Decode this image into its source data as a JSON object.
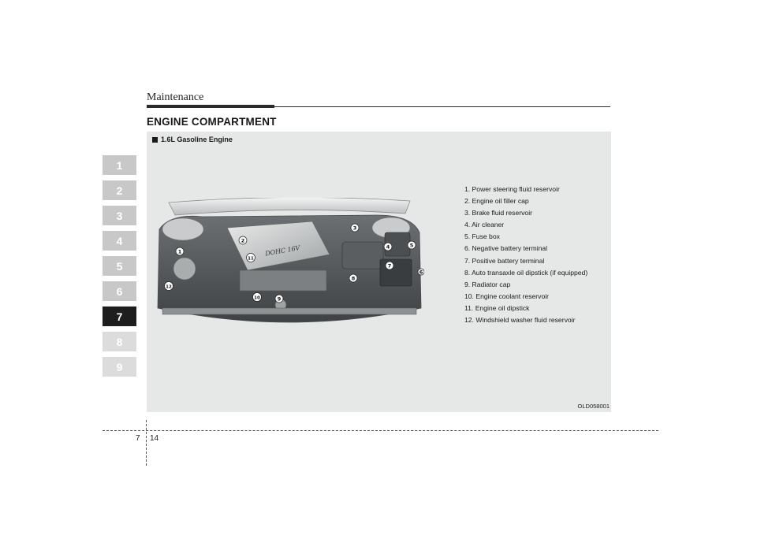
{
  "header": {
    "title": "Maintenance"
  },
  "section_title": "ENGINE COMPARTMENT",
  "chapter_tabs": [
    "1",
    "2",
    "3",
    "4",
    "5",
    "6",
    "7",
    "8",
    "9"
  ],
  "active_chapter": "7",
  "figure": {
    "caption": "1.6L Gasoline Engine",
    "code": "OLD058001",
    "engine_cover_text": "DOHC 16V",
    "callouts": [
      "1",
      "2",
      "3",
      "4",
      "5",
      "6",
      "7",
      "8",
      "9",
      "10",
      "11",
      "12"
    ],
    "legend": [
      "1. Power steering fluid reservoir",
      "2. Engine oil filler cap",
      "3. Brake fluid reservoir",
      "4. Air cleaner",
      "5. Fuse box",
      "6. Negative battery terminal",
      "7. Positive battery terminal",
      "8. Auto transaxle oil dipstick (if equipped)",
      "9. Radiator cap",
      "10. Engine coolant reservoir",
      "11. Engine oil dipstick",
      "12. Windshield washer fluid reservoir"
    ]
  },
  "footer": {
    "chapter": "7",
    "page": "14"
  }
}
